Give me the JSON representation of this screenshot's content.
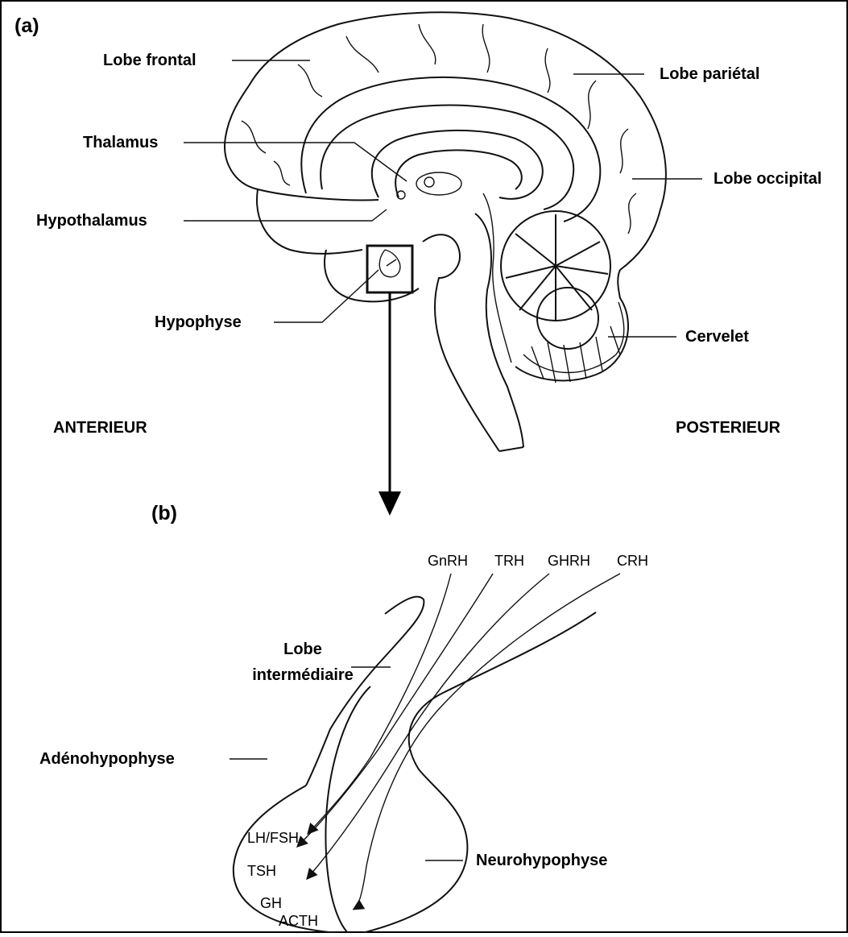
{
  "panel_a": {
    "letter": "(a)",
    "labels": {
      "lobe_frontal": "Lobe frontal",
      "lobe_parietal": "Lobe pariétal",
      "thalamus": "Thalamus",
      "lobe_occipital": "Lobe occipital",
      "hypothalamus": "Hypothalamus",
      "hypophyse": "Hypophyse",
      "cervelet": "Cervelet",
      "anterieur": "ANTERIEUR",
      "posterieur": "POSTERIEUR"
    }
  },
  "panel_b": {
    "letter": "(b)",
    "labels": {
      "lobe_intermediaire_1": "Lobe",
      "lobe_intermediaire_2": "intermédiaire",
      "adenohypophyse": "Adénohypophyse",
      "neurohypophyse": "Neurohypophyse"
    },
    "releasing_hormones": [
      "GnRH",
      "TRH",
      "GHRH",
      "CRH"
    ],
    "pituitary_hormones": [
      "LH/FSH",
      "TSH",
      "GH",
      "ACTH"
    ]
  }
}
